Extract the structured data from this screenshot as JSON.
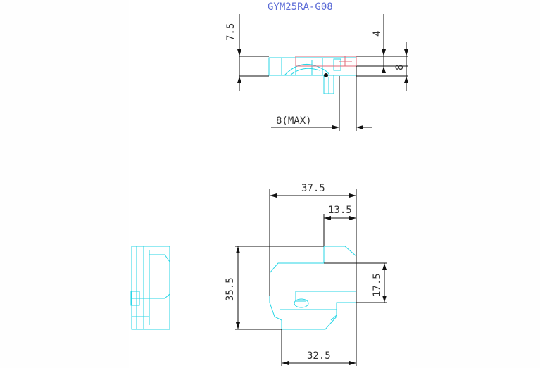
{
  "drawing": {
    "title": "GYM25RA-G08",
    "colors": {
      "outline": "#27d6e6",
      "dimension": "#111111",
      "highlight": "#e06a7a",
      "title": "#5b6bd6"
    }
  },
  "top_view": {
    "dims": {
      "left_height": "7.5",
      "top_offset": "4",
      "right_height": "8",
      "max_label": "8(MAX)"
    }
  },
  "front_view": {
    "dims": {
      "width_total": "37.5",
      "width_top": "13.5",
      "height_total": "35.5",
      "height_right": "17.5",
      "width_bottom": "32.5"
    }
  }
}
